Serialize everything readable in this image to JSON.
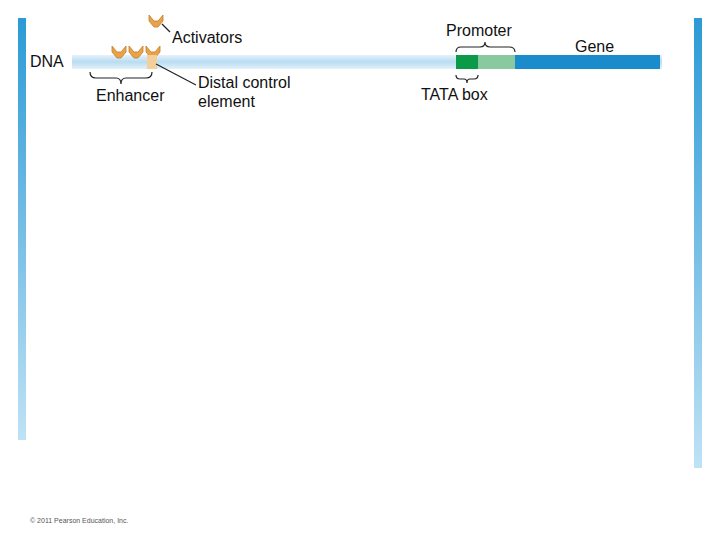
{
  "diagram": {
    "labels": [
      "Activators",
      "DNA",
      "Enhancer",
      "Distal control element",
      "Promoter",
      "TATA box",
      "Gene",
      "© 2011 Pearson Education, Inc."
    ]
  }
}
